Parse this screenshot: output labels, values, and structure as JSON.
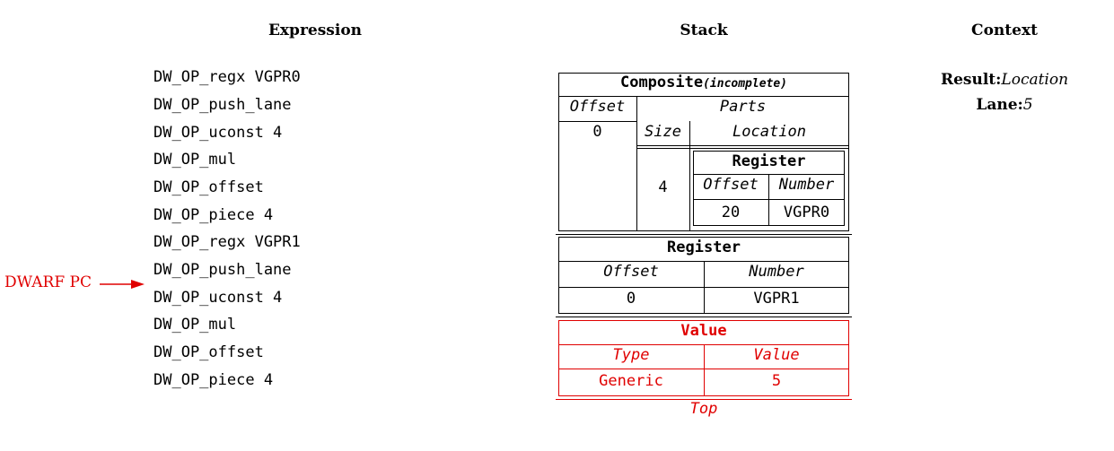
{
  "headers": {
    "expression": "Expression",
    "stack": "Stack",
    "context": "Context"
  },
  "expression": [
    "DW_OP_regx VGPR0",
    "DW_OP_push_lane",
    "DW_OP_uconst 4",
    "DW_OP_mul",
    "DW_OP_offset",
    "DW_OP_piece 4",
    "DW_OP_regx VGPR1",
    "DW_OP_push_lane",
    "DW_OP_uconst 4",
    "DW_OP_mul",
    "DW_OP_offset",
    "DW_OP_piece 4"
  ],
  "pc_marker": {
    "label": "DWARF PC",
    "color": "#e00000"
  },
  "context": {
    "result_key": "Result:",
    "result_value": "Location",
    "lane_key": "Lane:",
    "lane_value": "5"
  },
  "stack": {
    "composite": {
      "title": "Composite",
      "qualifier": "(incomplete)",
      "col_offset": "Offset",
      "col_parts": "Parts",
      "offset": "0",
      "col_size": "Size",
      "col_location": "Location",
      "size": "4",
      "inner": {
        "title": "Register",
        "col_offset": "Offset",
        "col_number": "Number",
        "offset": "20",
        "number": "VGPR0"
      }
    },
    "register": {
      "title": "Register",
      "col_offset": "Offset",
      "col_number": "Number",
      "offset": "0",
      "number": "VGPR1"
    },
    "value": {
      "title": "Value",
      "col_type": "Type",
      "col_value": "Value",
      "type": "Generic",
      "value": "5",
      "color": "#e00000"
    },
    "top_label": "Top"
  }
}
